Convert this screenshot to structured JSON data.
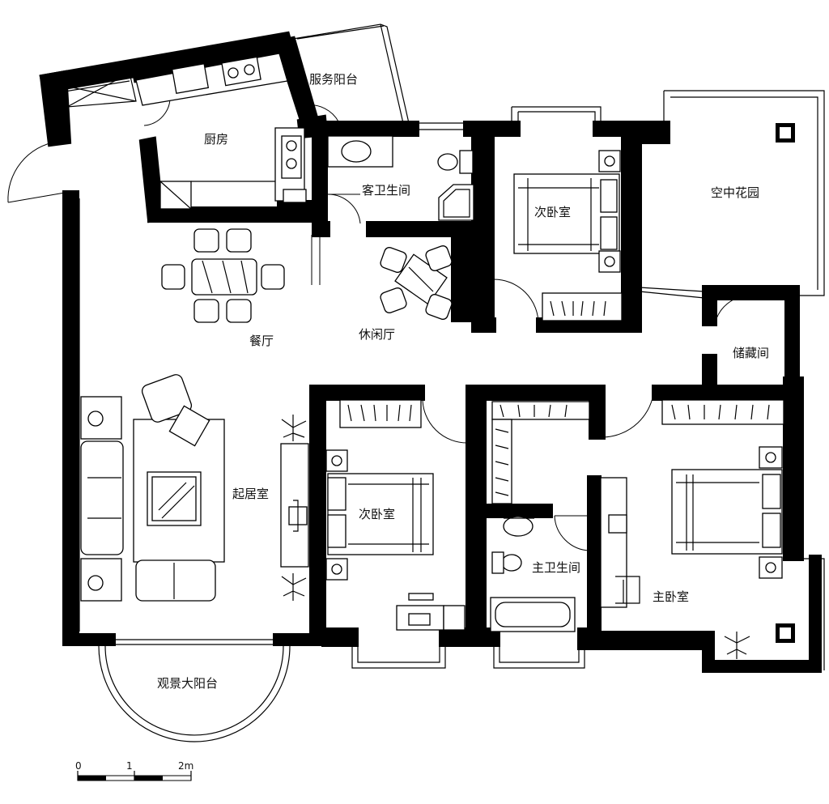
{
  "rooms": {
    "service_balcony": "服务阳台",
    "kitchen": "厨房",
    "guest_bath": "客卫生间",
    "second_bedroom_top": "次卧室",
    "sky_garden": "空中花园",
    "dining": "餐厅",
    "leisure_hall": "休闲厅",
    "storage": "储藏间",
    "living_room": "起居室",
    "second_bedroom_mid": "次卧室",
    "master_bath": "主卫生间",
    "master_bedroom": "主卧室",
    "view_balcony": "观景大阳台"
  },
  "scale": {
    "tick_0": "0",
    "tick_1": "1",
    "tick_2": "2m"
  }
}
